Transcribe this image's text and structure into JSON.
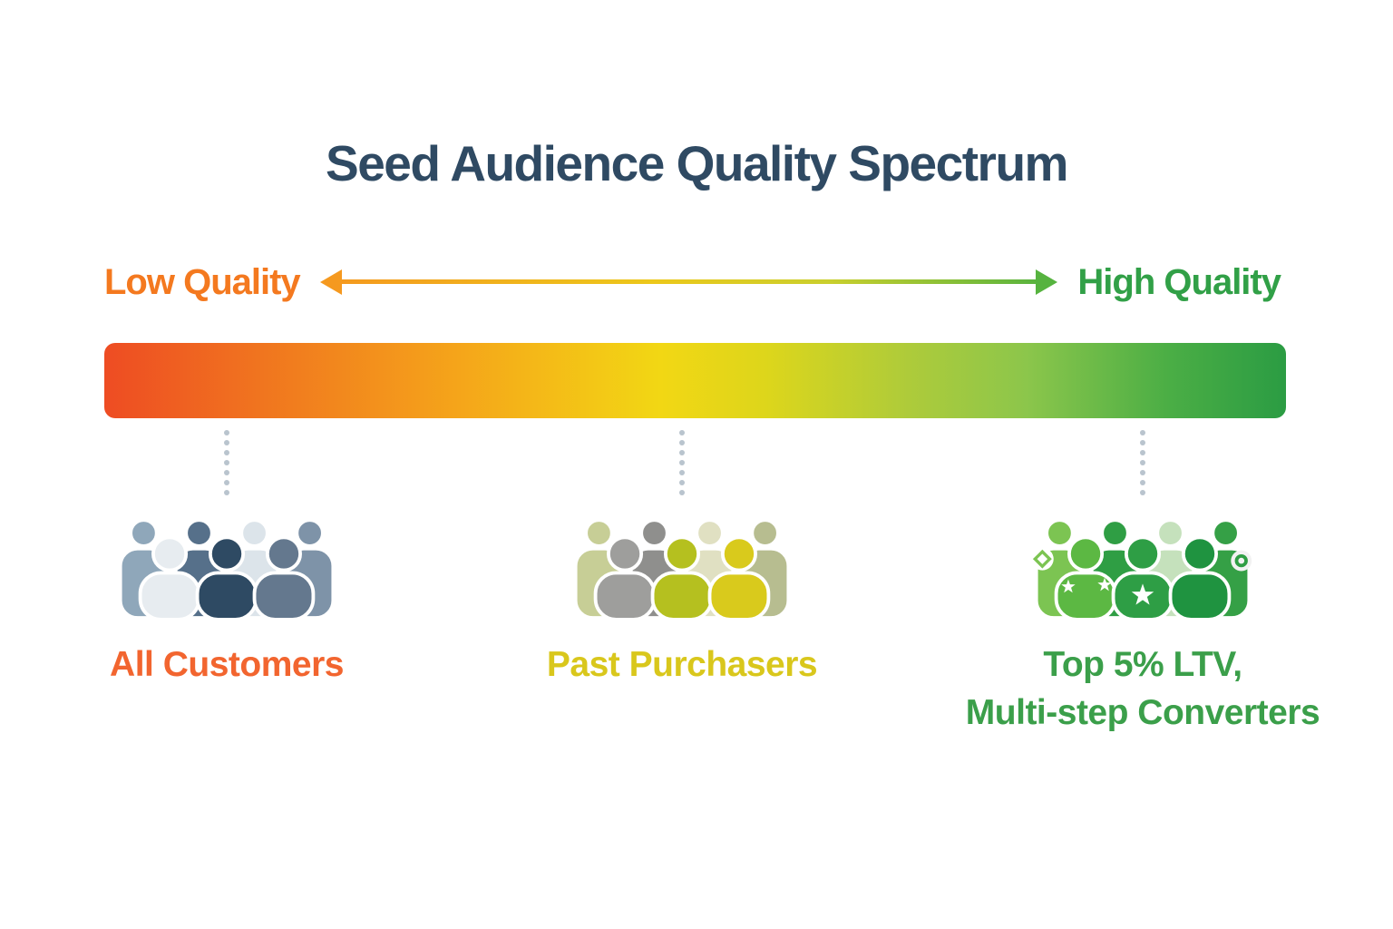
{
  "title": "Seed Audience Quality Spectrum",
  "title_color": "#2f4a63",
  "spectrum": {
    "low_label": "Low Quality",
    "high_label": "High Quality",
    "low_color": "#f4791f",
    "high_color": "#31a047",
    "arrow_gradient": [
      "#f5991f",
      "#ecc81b",
      "#56b33f"
    ]
  },
  "bar": {
    "gradient_stops": [
      "#ee4c23",
      "#f5a51a",
      "#f2d714",
      "#8cc64b",
      "#2b9c43"
    ]
  },
  "connector_dot_color": "#b9c4ce",
  "columns": [
    {
      "name": "all-customers",
      "label": "All Customers",
      "label_color": "#f2652f",
      "icon": "crowd-blue-icon",
      "crowd_palette": [
        "#8fa7ba",
        "#56708a",
        "#dce4ea",
        "#7e93a8",
        "#e7ecf0",
        "#2e4a63",
        "#64788e"
      ]
    },
    {
      "name": "past-purchasers",
      "label": "Past Purchasers",
      "label_color": "#d9c71c",
      "icon": "crowd-yellow-icon",
      "crowd_palette": [
        "#c7ce96",
        "#8f8f8d",
        "#e0e0c2",
        "#b7bd90",
        "#9e9e9c",
        "#b5c01f",
        "#d9ca1c"
      ]
    },
    {
      "name": "top-ltv-converters",
      "label": "Top 5% LTV,",
      "label_line2": "Multi-step Converters",
      "label_color": "#3b9f4a",
      "icon": "crowd-green-icon",
      "crowd_palette": [
        "#7cc452",
        "#2f9e44",
        "#c5e1bc",
        "#35a046",
        "#5cb843",
        "#2e9e45",
        "#1f9340"
      ],
      "badges": [
        "diamond-badge-icon",
        "ring-badge-icon",
        "star-icon"
      ]
    }
  ]
}
